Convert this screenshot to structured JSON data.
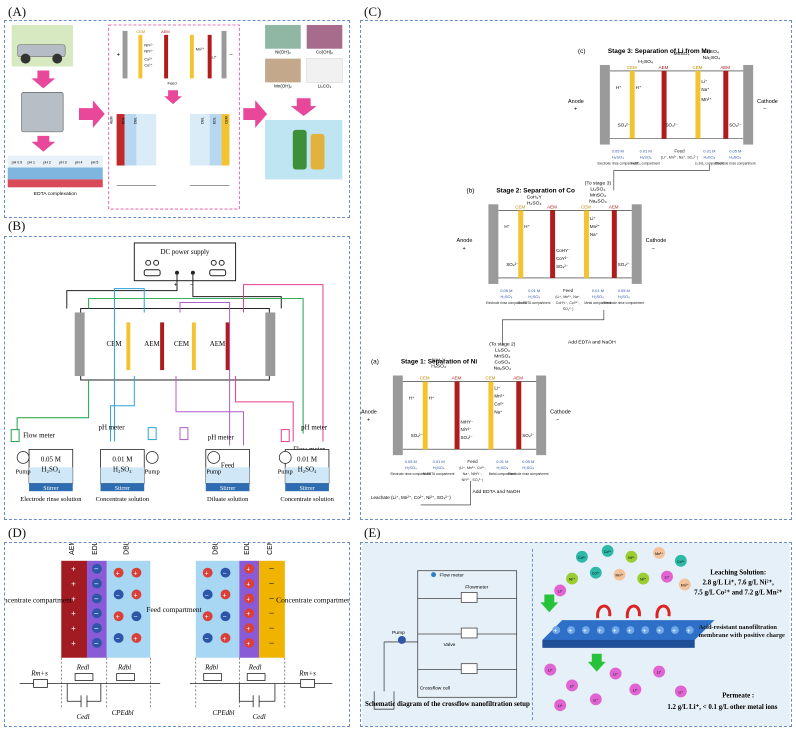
{
  "panels": {
    "A": "(A)",
    "B": "(B)",
    "C": "(C)",
    "D": "(D)",
    "E": "(E)"
  },
  "colors": {
    "cem": "#f4c430",
    "aem": "#b01c1c",
    "electrode": "#9a9a9a",
    "frame": "#6a8fc7",
    "pink_arrow": "#e8479a",
    "membrane_blue": "#2e6fc7",
    "cation_red": "#d9403a",
    "anion_blue": "#2d55a8"
  },
  "A": {
    "cem": "CEM",
    "aem": "AEM",
    "feed": "Feed",
    "plus": "+",
    "minus": "−",
    "edta": "EDTA complexation",
    "ph": [
      "pH 0.9",
      "pH 1",
      "pH 2",
      "pH 3",
      "pH 4",
      "pH 5"
    ],
    "products": [
      "Ni(OH)₂",
      "Co(OH)₂",
      "Mn(OH)₂",
      "Li₂CO₃"
    ],
    "ions": [
      "NiY²⁻",
      "NiY²⁻",
      "Co²⁺",
      "Co²⁺",
      "Mn²⁺",
      "Li⁺"
    ],
    "eis_left": [
      "AEM",
      "EDL",
      "DBL"
    ],
    "eis_right": [
      "DBL",
      "EDL",
      "CEM"
    ]
  },
  "B": {
    "power": "DC power supply",
    "plus": "+",
    "minus": "−",
    "membranes": [
      "CEM",
      "AEM",
      "CEM",
      "AEM"
    ],
    "flow_meter_left": "Flow meter",
    "ph_meter_1": "pH meter",
    "ph_meter_2": "pH meter",
    "ph_meter_3": "pH meter",
    "flow_meter_right": "Flow meter",
    "tank1_conc": "0.05 M",
    "tank1_acid": "H₂SO₄",
    "tank2_conc": "0.01 M",
    "tank2_acid": "H₂SO₄",
    "tank3": "Feed",
    "tank4_conc": "0.01 M",
    "tank4_acid": "H₂SO₄",
    "stirrer": "Stirrer",
    "pump": "Pump",
    "sol1": "Electrode rinse solution",
    "sol2": "Concentrate solution",
    "sol3": "Diluate solution",
    "sol4": "Concentrate solution"
  },
  "C": {
    "stage3_tag": "(c)",
    "stage3_title": "Stage 3: Separation of Li from Mn",
    "stage2_tag": "(b)",
    "stage2_title": "Stage 2: Separation of Co",
    "stage1_tag": "(a)",
    "stage1_title": "Stage 1: Separation of Ni",
    "anode": "Anode",
    "cathode": "Cathode",
    "plus": "+",
    "minus": "−",
    "cem": "CEM",
    "aem": "AEM",
    "s3_top": [
      "H₂SO₄",
      "MnSO₄",
      "Li₂SO₄",
      "Na₂SO₄"
    ],
    "s3_bottom": [
      "0.05 M",
      "H₂SO₄",
      "Electrode rinse compartment",
      "0.01 M",
      "H₂SO₄",
      "H₂SO₄ compartment",
      "Feed",
      "(Li⁺, Mn²⁺, Na⁺, SO₄²⁻)",
      "0.01 M",
      "H₂SO₄",
      "Li₂SO₄ compartment",
      "0.05 M",
      "H₂SO₄",
      "Electrode rinse compartment"
    ],
    "s2_top": [
      "CoH₂Y",
      "H₂SO₄",
      "(To stage 3)",
      "Li₂SO₄",
      "MnSO₄",
      "Na₂SO₄"
    ],
    "s2_bottom": [
      "0.05 M",
      "H₂SO₄",
      "Electrode rinse compartment",
      "0.01 M",
      "H₂SO₄",
      "Co-EDTA compartment",
      "Feed",
      "(Li⁺, Mn²⁺, Na⁺,",
      "CoHY⁻, CoY²⁻,",
      "SO₄²⁻)",
      "0.01 M",
      "H₂SO₄",
      "Metal compartment",
      "0.05 M",
      "H₂SO₄",
      "Electrode rinse compartment"
    ],
    "s1_top": [
      "NiH₂Y",
      "H₂SO₄",
      "(To stage 2)",
      "Li₂SO₄",
      "MnSO₄",
      "CoSO₄",
      "Na₂SO₄"
    ],
    "s1_bottom": [
      "0.05 M",
      "H₂SO₄",
      "Electrode rinse compartment",
      "0.01 M",
      "H₂SO₄",
      "Ni-EDTA compartment",
      "Feed",
      "(Li⁺, Mn²⁺, Co²⁺,",
      "Na⁺, NiHY⁻,",
      "NiY²⁻, SO₄²⁻)",
      "0.01 M",
      "H₂SO₄",
      "Metal compartment",
      "0.05 M",
      "H₂SO₄",
      "Electrode rinse compartment"
    ],
    "add_edta": "Add EDTA and NaOH",
    "leachate": "Leachate (Li⁺, Mn²⁺, Co²⁺, Ni²⁺, SO₄²⁻)",
    "ion_h": "H⁺",
    "ion_so4": "SO₄²⁻",
    "ion_li": "Li⁺",
    "ion_na": "Na⁺",
    "ion_mn": "Mn²⁺",
    "ion_co": "Co²⁺",
    "ion_nihy": "NiHY⁻",
    "ion_niy": "NiY²⁻",
    "ion_cohy": "CoHY⁻",
    "ion_coy": "CoY²⁻"
  },
  "D": {
    "left_membrane": "AEM",
    "edl_l": "EDL",
    "dbl_l": "DBL",
    "dbl_r": "DBL",
    "edl_r": "EDL",
    "right_membrane": "CEM",
    "concentrate_l": "Concentrate compartment",
    "feed": "Feed compartment",
    "concentrate_r": "Concentrate compartment",
    "r_mns": "Rm+s",
    "r_edl": "Redl",
    "r_dbl": "Rdbl",
    "c_edl": "Cedl",
    "cpe_dbl": "CPEdbl"
  },
  "E": {
    "flow_meter": "Flow meter",
    "flowmeter": "Flowmeter",
    "valve": "Valve",
    "pump": "Pump",
    "crossflow_cell": "Crossflow cell",
    "caption": "Schematic diagram of the crossflow nanofiltration setup",
    "leach_title": "Leaching Solution:",
    "leach_l1": "2.8 g/L Li⁺, 7.6 g/L Ni²⁺,",
    "leach_l2": "7.5 g/L Co²⁺ and 7.2 g/L Mn²⁺",
    "membrane_label": "Acid-resistant nanofiltration membrane with positive charge",
    "permeate_title": "Permeate :",
    "permeate_l1": "1.2 g/L Li⁺, < 0.1 g/L other metal ions",
    "ions": [
      "Ni²⁺",
      "Co²⁺",
      "Mn²⁺",
      "Li⁺"
    ]
  }
}
